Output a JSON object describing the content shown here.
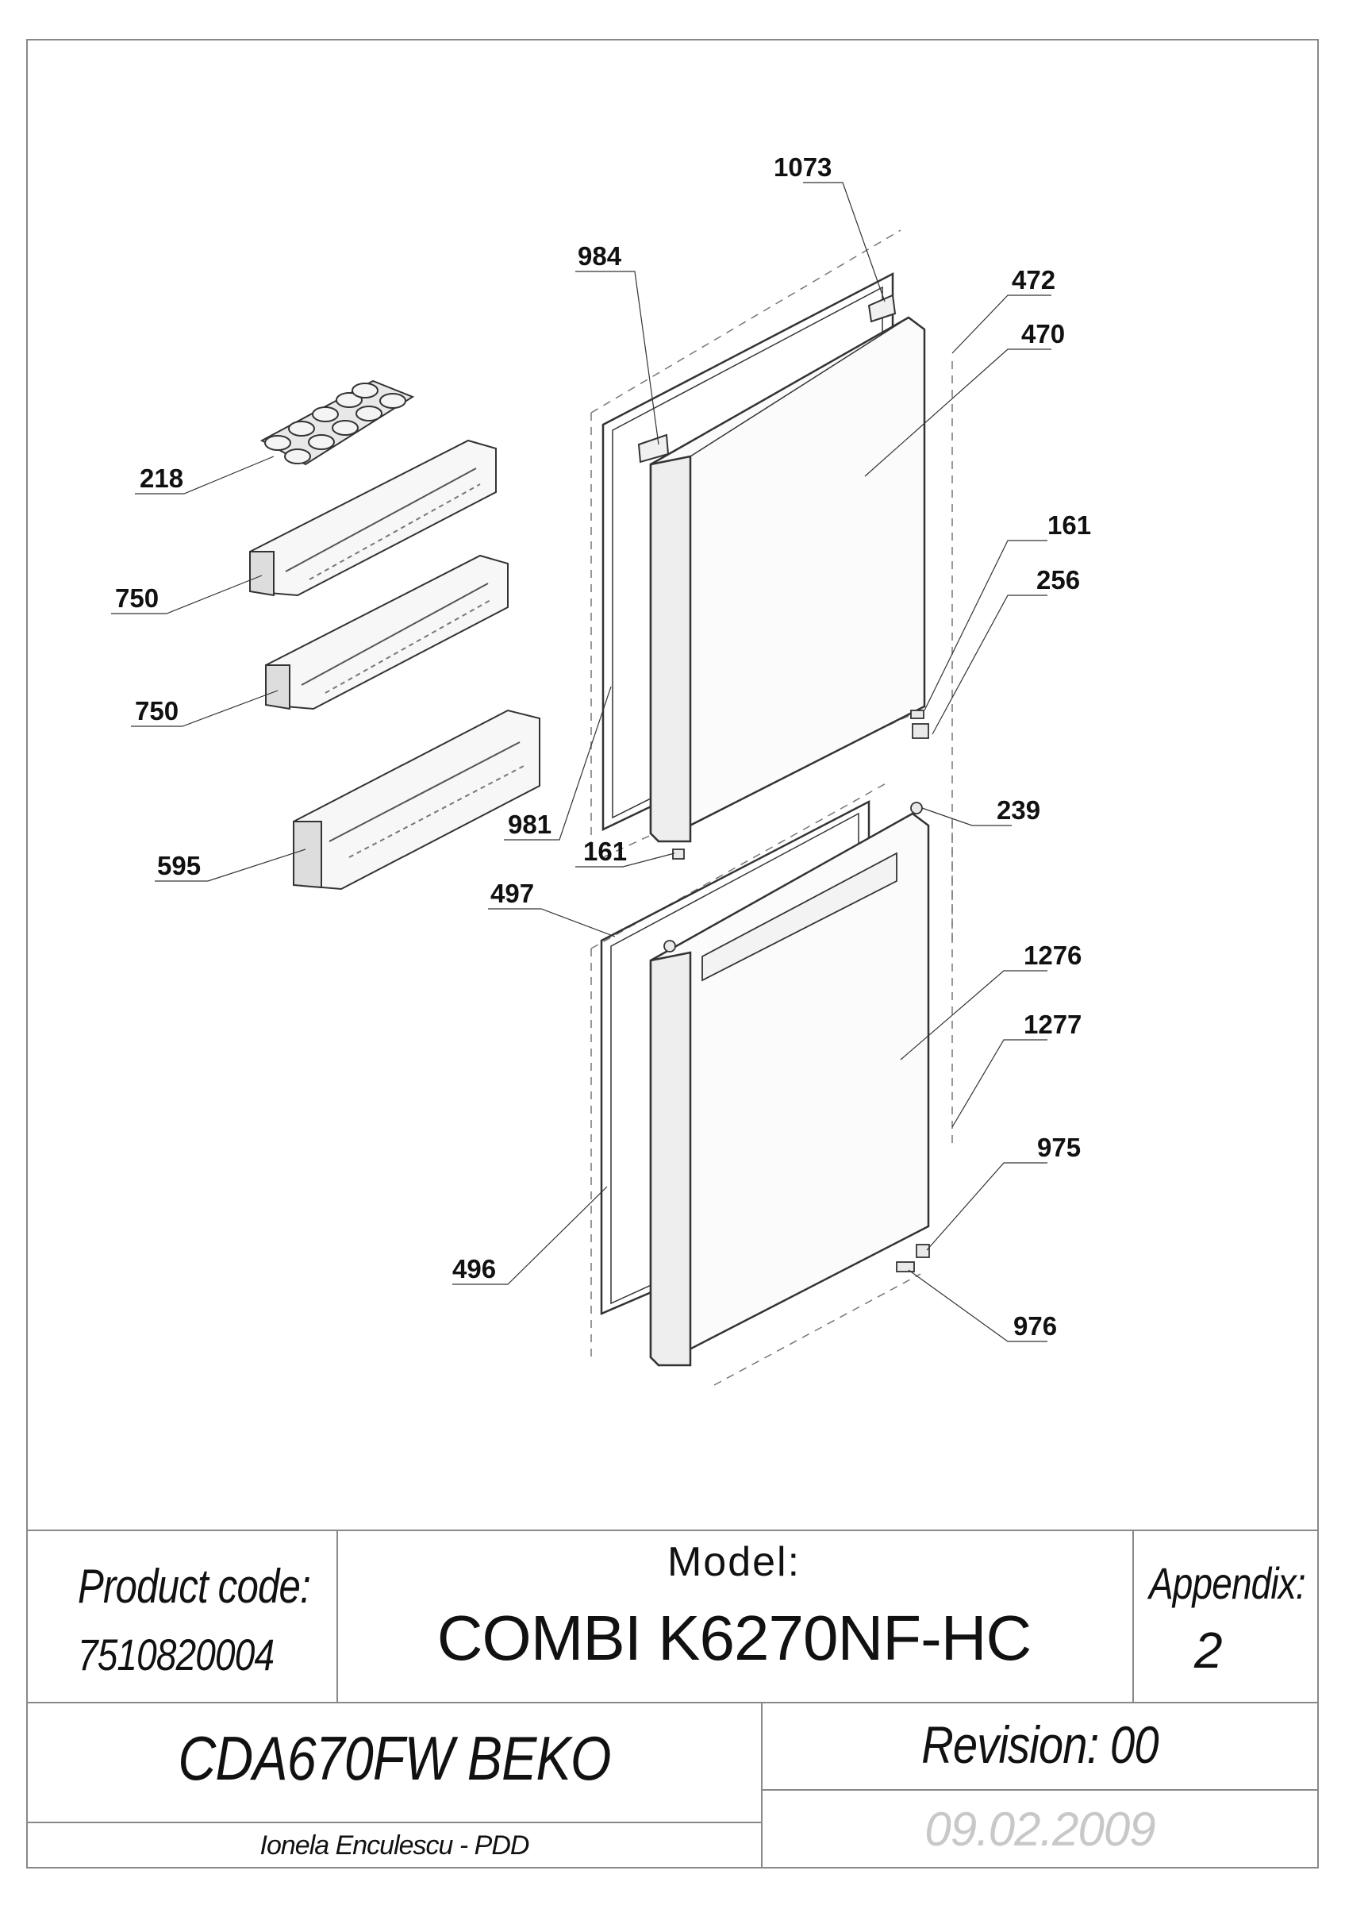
{
  "drawing": {
    "callouts": {
      "p1073": "1073",
      "p984": "984",
      "p472": "472",
      "p470": "470",
      "p218": "218",
      "p750a": "750",
      "p750b": "750",
      "p595": "595",
      "p161a": "161",
      "p256": "256",
      "p981": "981",
      "p161b": "161",
      "p239": "239",
      "p497": "497",
      "p1276": "1276",
      "p1277": "1277",
      "p975": "975",
      "p496": "496",
      "p976": "976"
    }
  },
  "title_block": {
    "product_code_label": "Product code:",
    "product_code_value": "7510820004",
    "model_label": "Model:",
    "model_value": "COMBI K6270NF-HC",
    "appendix_label": "Appendix:",
    "appendix_value": "2",
    "variant": "CDA670FW BEKO",
    "revision": "Revision: 00",
    "author": "Ionela Enculescu - PDD",
    "date": "09.02.2009"
  }
}
